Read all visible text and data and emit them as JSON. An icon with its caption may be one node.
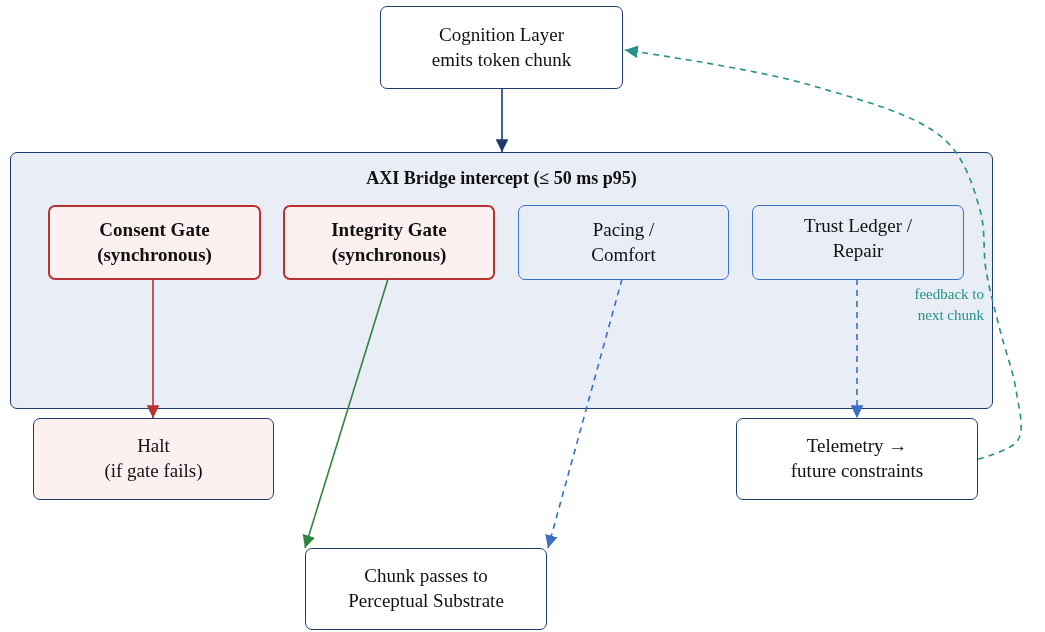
{
  "diagram": {
    "nodes": [
      {
        "text": [
          "Cognition Layer emits token chunk"
        ]
      },
      {
        "text": [
          "AXI Bridge intercept (≤ 50 ms p95)"
        ]
      },
      {
        "text": [
          "Consent Gate (synchronous)"
        ],
        "in": 1
      },
      {
        "text": [
          "Integrity Gate (synchronous)"
        ],
        "in": 1
      },
      {
        "text": [
          "Pacing / Comfort"
        ],
        "in": 1
      },
      {
        "text": [
          "Trust Ledger / Repair"
        ],
        "in": 1
      },
      {
        "text": [
          "Halt",
          "(if gate fails)"
        ]
      },
      {
        "text": [
          "Telemetry → future constraints"
        ]
      },
      {
        "text": [
          "Chunk passes to Perceptual Substrate"
        ]
      }
    ],
    "edges": [
      {
        "from": 0,
        "to": 1,
        "arrow": "to",
        "color": "#1f3a6e"
      },
      {
        "from": 2,
        "to": 6,
        "arrow": "to",
        "color": "#b83232"
      },
      {
        "from": 3,
        "to": 8,
        "arrow": "to",
        "color": "#2e8540"
      },
      {
        "from": 4,
        "to": 8,
        "arrow": "to",
        "style": "dashed"
      },
      {
        "from": 5,
        "to": 7,
        "arrow": "to",
        "style": "dashed"
      },
      {
        "from": 7,
        "to": 0,
        "arrow": "to",
        "style": "dashed",
        "color": "#26908a",
        "label": "feedback to next chunk"
      }
    ]
  }
}
